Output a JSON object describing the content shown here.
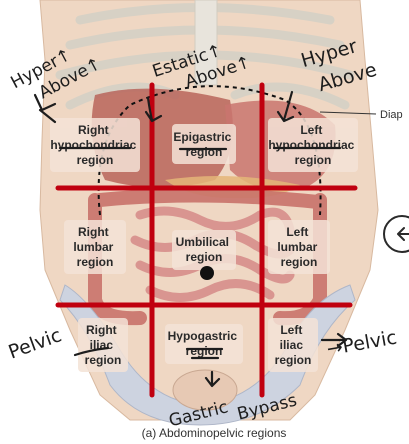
{
  "regions": {
    "right_hypochondriac": [
      "Right",
      "hypochondriac",
      "region"
    ],
    "epigastric": [
      "Epigastric",
      "region"
    ],
    "left_hypochondriac": [
      "Left",
      "hypochondriac",
      "region"
    ],
    "right_lumbar": [
      "Right",
      "lumbar",
      "region"
    ],
    "umbilical": [
      "Umbilical",
      "region"
    ],
    "left_lumbar": [
      "Left",
      "lumbar",
      "region"
    ],
    "right_iliac": [
      "Right",
      "iliac",
      "region"
    ],
    "hypogastric": [
      "Hypogastric",
      "region"
    ],
    "left_iliac": [
      "Left",
      "iliac",
      "region"
    ]
  },
  "diaphragm_label": "Diap",
  "caption": "(a) Abdominopelvic regions",
  "annotations": {
    "hyper_above_left": [
      "Hyper↑",
      "Above↑"
    ],
    "estatic_above": [
      "Estatic↑",
      "Above↑"
    ],
    "hyper_above_right": [
      "Hyper",
      "Above"
    ],
    "pelvic_left": "Pelvic",
    "pelvic_right": "→Pelvic",
    "gastric_bypass": [
      "Gastric",
      "Bypass"
    ]
  },
  "colors": {
    "grid_lines": "#c0000f",
    "skin": "#efd7c3",
    "organs": "#d98c85",
    "bone": "#e8e4dc",
    "annotation_ink": "#1d1d1d"
  },
  "icons": [
    "arrow-circle-icon"
  ]
}
